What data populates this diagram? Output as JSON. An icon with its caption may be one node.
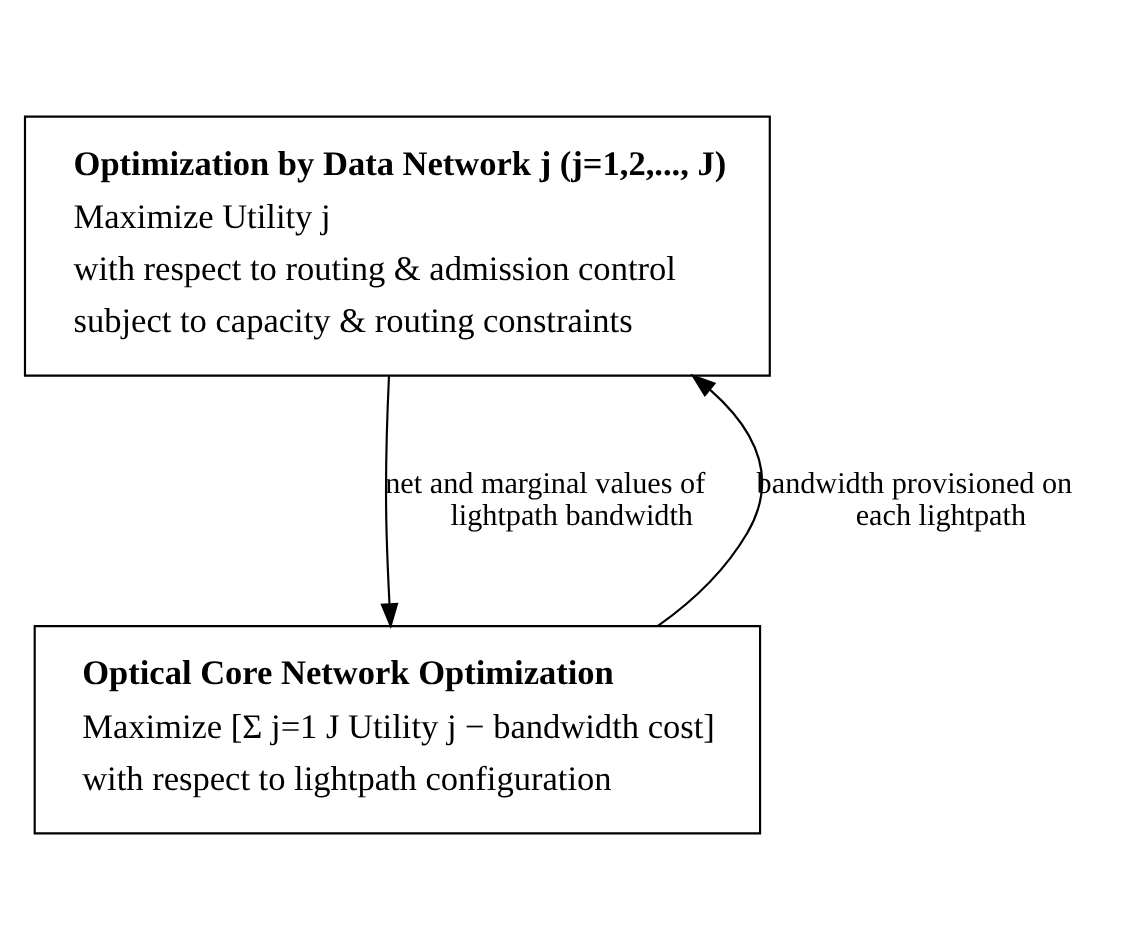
{
  "diagram": {
    "nodes": [
      {
        "text": [
          "Optimization by Data Network j (j=1,2,..., J)",
          "Maximize Utility j",
          "with respect to routing & admission control",
          "subject to capacity & routing constraints"
        ]
      },
      {
        "text": [
          "Optical Core Network Optimization",
          "Maximize [Σ j=1 J Utility j − bandwidth cost]",
          "with respect to lightpath configuration"
        ]
      }
    ],
    "edges": [
      {
        "from": 0,
        "to": 1,
        "arrow": "to",
        "label": "net and marginal values of lightpath bandwidth"
      },
      {
        "from": 1,
        "to": 0,
        "arrow": "to",
        "label": "bandwidth provisioned on each lightpath"
      }
    ]
  }
}
